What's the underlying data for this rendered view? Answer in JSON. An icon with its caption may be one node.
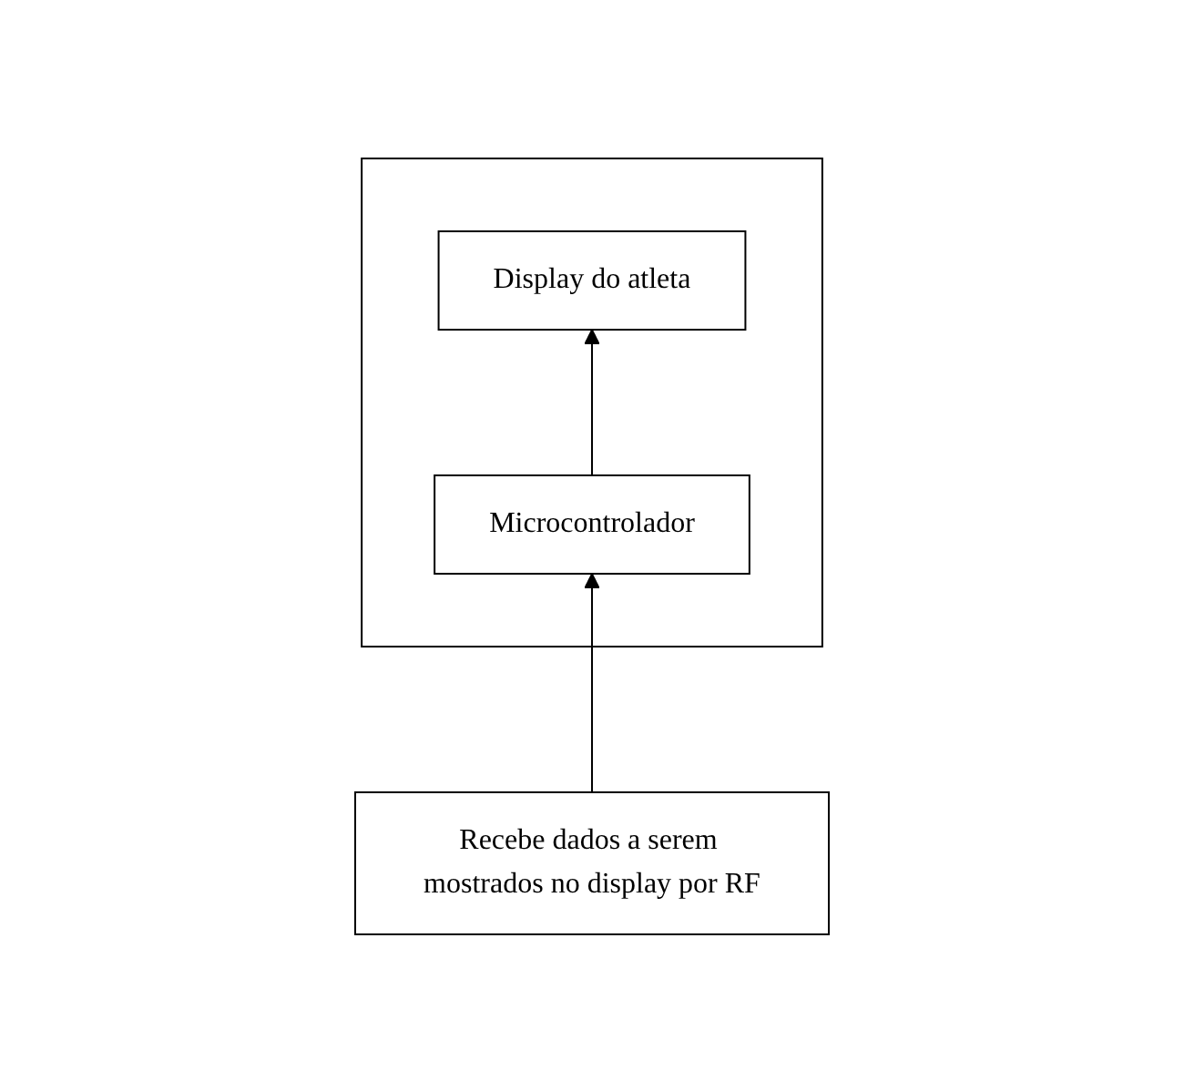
{
  "diagram": {
    "nodes": [
      {
        "text": [],
        "shape": "box"
      },
      {
        "text": [
          "Microcontrolador"
        ],
        "in": 0
      },
      {
        "text": [
          "Display do atleta"
        ],
        "in": 0
      },
      {
        "text": [
          "Recebe dados a serem mostrados no display por RF"
        ]
      }
    ],
    "edges": [
      {
        "from": 1,
        "to": 2,
        "arrow": "to"
      },
      {
        "from": 3,
        "to": 1,
        "arrow": "to"
      }
    ]
  }
}
